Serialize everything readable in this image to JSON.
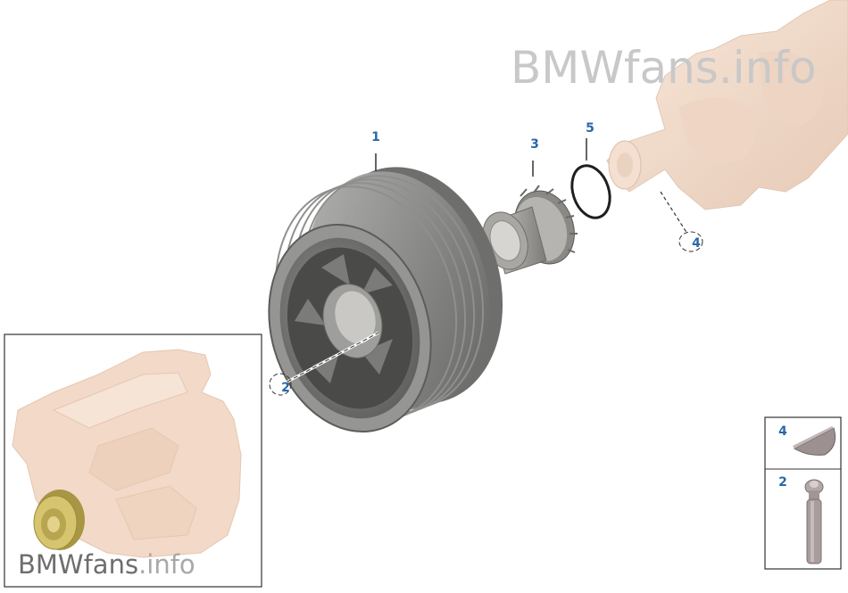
{
  "watermark": {
    "brand": "BMWfans",
    "suffix": ".info"
  },
  "callouts": {
    "pulley": "1",
    "bolt": "2",
    "hub": "3",
    "key": "4",
    "oring": "5"
  },
  "legend": {
    "key_label": "4",
    "bolt_label": "2"
  },
  "colors": {
    "callout": "#2a68a8",
    "pulley": "#7a7a78",
    "engine_ghost": "#f2d9c8",
    "highlight": "#c9b460"
  }
}
